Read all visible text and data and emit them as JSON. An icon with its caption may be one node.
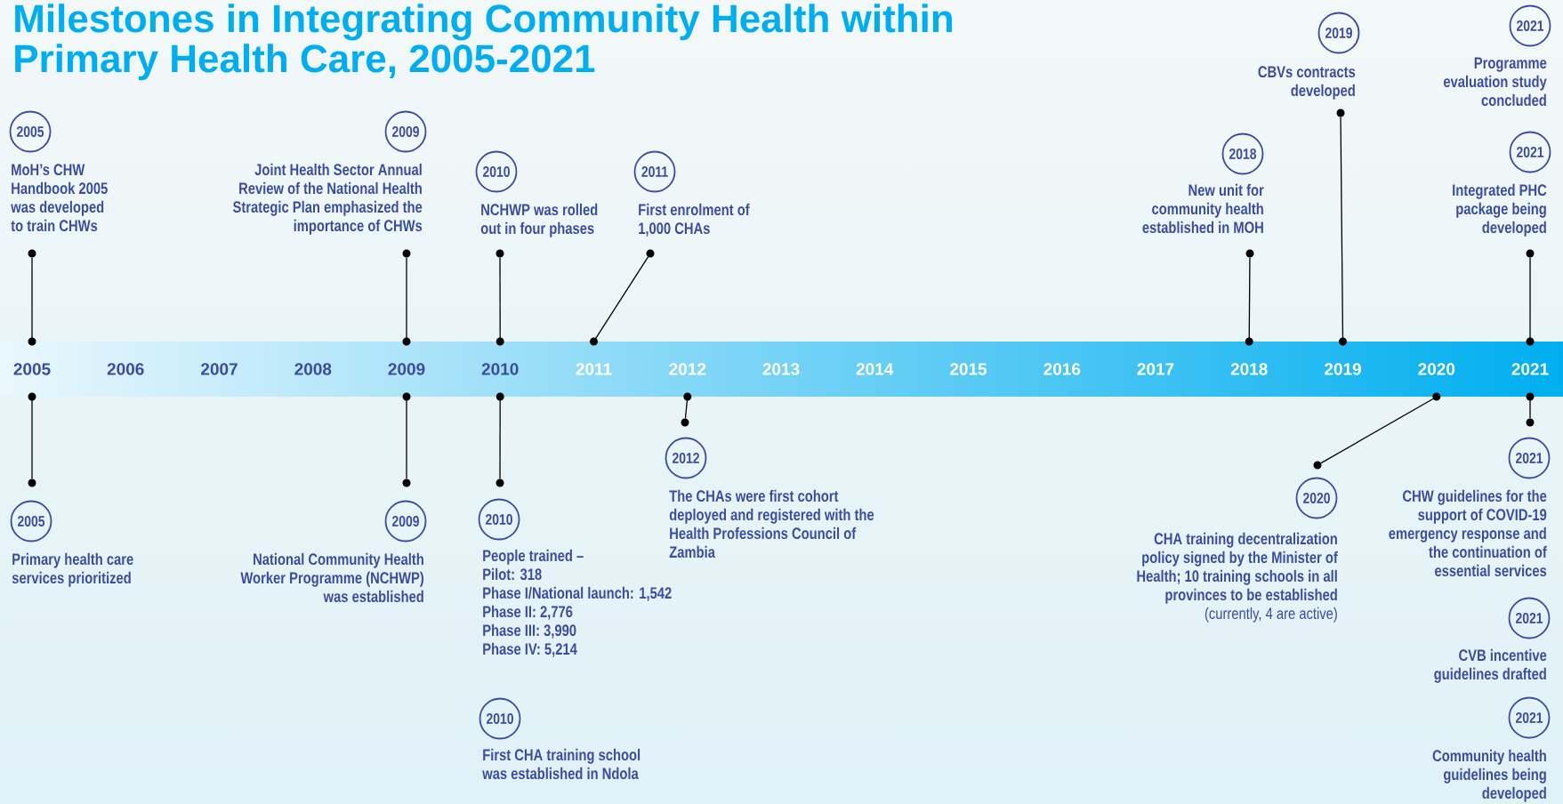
{
  "diagram": {
    "title": "Milestones in Integrating Community Health within Primary Health Care, 2005-2021",
    "nodes": [
      {
        "text": [
          "2005"
        ]
      },
      {
        "text": [
          "2006"
        ]
      },
      {
        "text": [
          "2007"
        ]
      },
      {
        "text": [
          "2008"
        ]
      },
      {
        "text": [
          "2009"
        ]
      },
      {
        "text": [
          "2010"
        ]
      },
      {
        "text": [
          "2011"
        ]
      },
      {
        "text": [
          "2012"
        ]
      },
      {
        "text": [
          "2013"
        ]
      },
      {
        "text": [
          "2014"
        ]
      },
      {
        "text": [
          "2015"
        ]
      },
      {
        "text": [
          "2016"
        ]
      },
      {
        "text": [
          "2017"
        ]
      },
      {
        "text": [
          "2018"
        ]
      },
      {
        "text": [
          "2019"
        ]
      },
      {
        "text": [
          "2020"
        ]
      },
      {
        "text": [
          "2021"
        ]
      },
      {
        "text": [
          "2005",
          "MoH’s CHW Handbook 2005 was developed to train CHWs"
        ]
      },
      {
        "text": [
          "2009",
          "Joint Health Sector Annual Review of the National Health Strategic Plan emphasized the importance of CHWs"
        ]
      },
      {
        "text": [
          "2010",
          "NCHWP was rolled out in four phases"
        ]
      },
      {
        "text": [
          "2011",
          "First enrolment of 1,000 CHAs"
        ]
      },
      {
        "text": [
          "2018",
          "New unit for community health established in MOH"
        ]
      },
      {
        "text": [
          "2019",
          "CBVs contracts developed"
        ]
      },
      {
        "text": [
          "2021",
          "Programme evaluation study concluded"
        ]
      },
      {
        "text": [
          "2021",
          "Integrated PHC package being developed"
        ]
      },
      {
        "text": [
          "2005",
          "Primary health care services prioritized"
        ]
      },
      {
        "text": [
          "2009",
          "National Community Health Worker Programme (NCHWP) was established"
        ]
      },
      {
        "text": [
          "2010",
          "People trained –",
          "Pilot: 318",
          "Phase I/National launch: 1,542",
          "Phase II: 2,776",
          "Phase III: 3,990",
          "Phase IV: 5,214"
        ]
      },
      {
        "text": [
          "2010",
          "First CHA training school was established in Ndola"
        ]
      },
      {
        "text": [
          "2012",
          "The CHAs were first cohort deployed and registered with the Health Professions Council of Zambia"
        ]
      },
      {
        "text": [
          "2020",
          "CHA training decentralization policy signed by the Minister of Health; 10 training schools in all provinces to be established",
          "(currently, 4 are active)"
        ]
      },
      {
        "text": [
          "2021",
          "CHW guidelines for the support of COVID-19 emergency response and the continuation of essential services"
        ]
      },
      {
        "text": [
          "2021",
          "CVB incentive guidelines drafted"
        ]
      },
      {
        "text": [
          "2021",
          "Community health guidelines being developed"
        ]
      }
    ],
    "edges": [
      {
        "from": 17,
        "to": 0,
        "arrow": "none"
      },
      {
        "from": 18,
        "to": 4,
        "arrow": "none"
      },
      {
        "from": 19,
        "to": 5,
        "arrow": "none"
      },
      {
        "from": 20,
        "to": 6,
        "arrow": "none"
      },
      {
        "from": 21,
        "to": 13,
        "arrow": "none"
      },
      {
        "from": 22,
        "to": 14,
        "arrow": "none"
      },
      {
        "from": 24,
        "to": 16,
        "arrow": "none"
      },
      {
        "from": 25,
        "to": 0,
        "arrow": "none"
      },
      {
        "from": 26,
        "to": 4,
        "arrow": "none"
      },
      {
        "from": 27,
        "to": 5,
        "arrow": "none"
      },
      {
        "from": 29,
        "to": 7,
        "arrow": "none"
      },
      {
        "from": 30,
        "to": 15,
        "arrow": "none"
      },
      {
        "from": 31,
        "to": 16,
        "arrow": "none"
      }
    ]
  }
}
